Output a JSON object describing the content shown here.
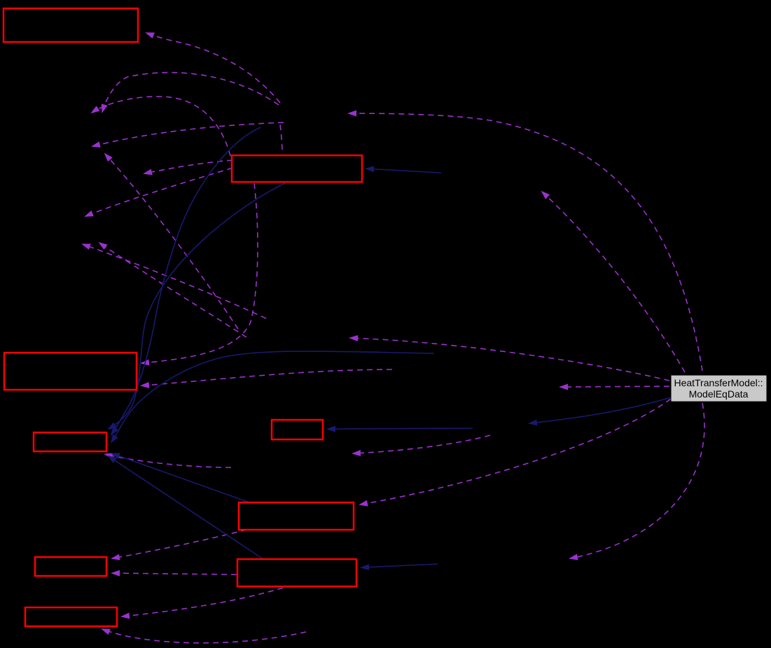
{
  "diagram": {
    "type": "collaboration-graph",
    "central_node": {
      "label_line1": "HeatTransferModel::",
      "label_line2": "ModelEqData"
    },
    "colors": {
      "background": "#000000",
      "red_box_border": "#ff0000",
      "central_node_fill": "#c9c9c9",
      "central_node_text": "#000000",
      "dashed_edge": "#9a32cd",
      "solid_edge": "#191970"
    },
    "red_box_count": 9,
    "edge_styles": {
      "dashed": "usage relation (purple dashed)",
      "solid": "composition relation (navy solid)"
    }
  }
}
